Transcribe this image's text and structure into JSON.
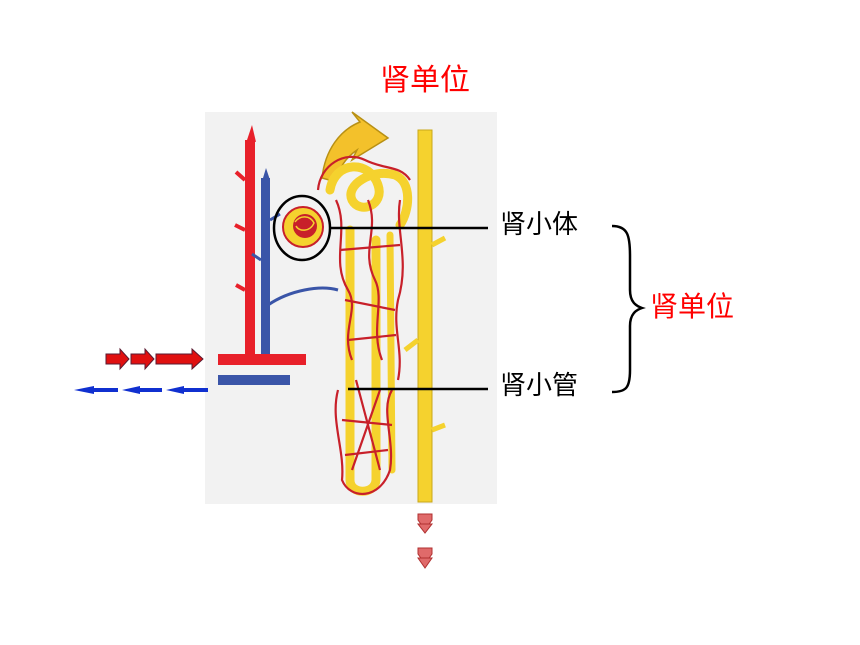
{
  "title": "肾单位",
  "labels": {
    "corpuscle": "肾小体",
    "tubule": "肾小管",
    "nephron": "肾单位"
  },
  "colors": {
    "title": "#ff0000",
    "artery": "#e8202a",
    "vein": "#3a55a8",
    "tubule": "#f5d22e",
    "capillary": "#c8202a",
    "flow_in": "#e01010",
    "flow_out": "#1030d0"
  }
}
